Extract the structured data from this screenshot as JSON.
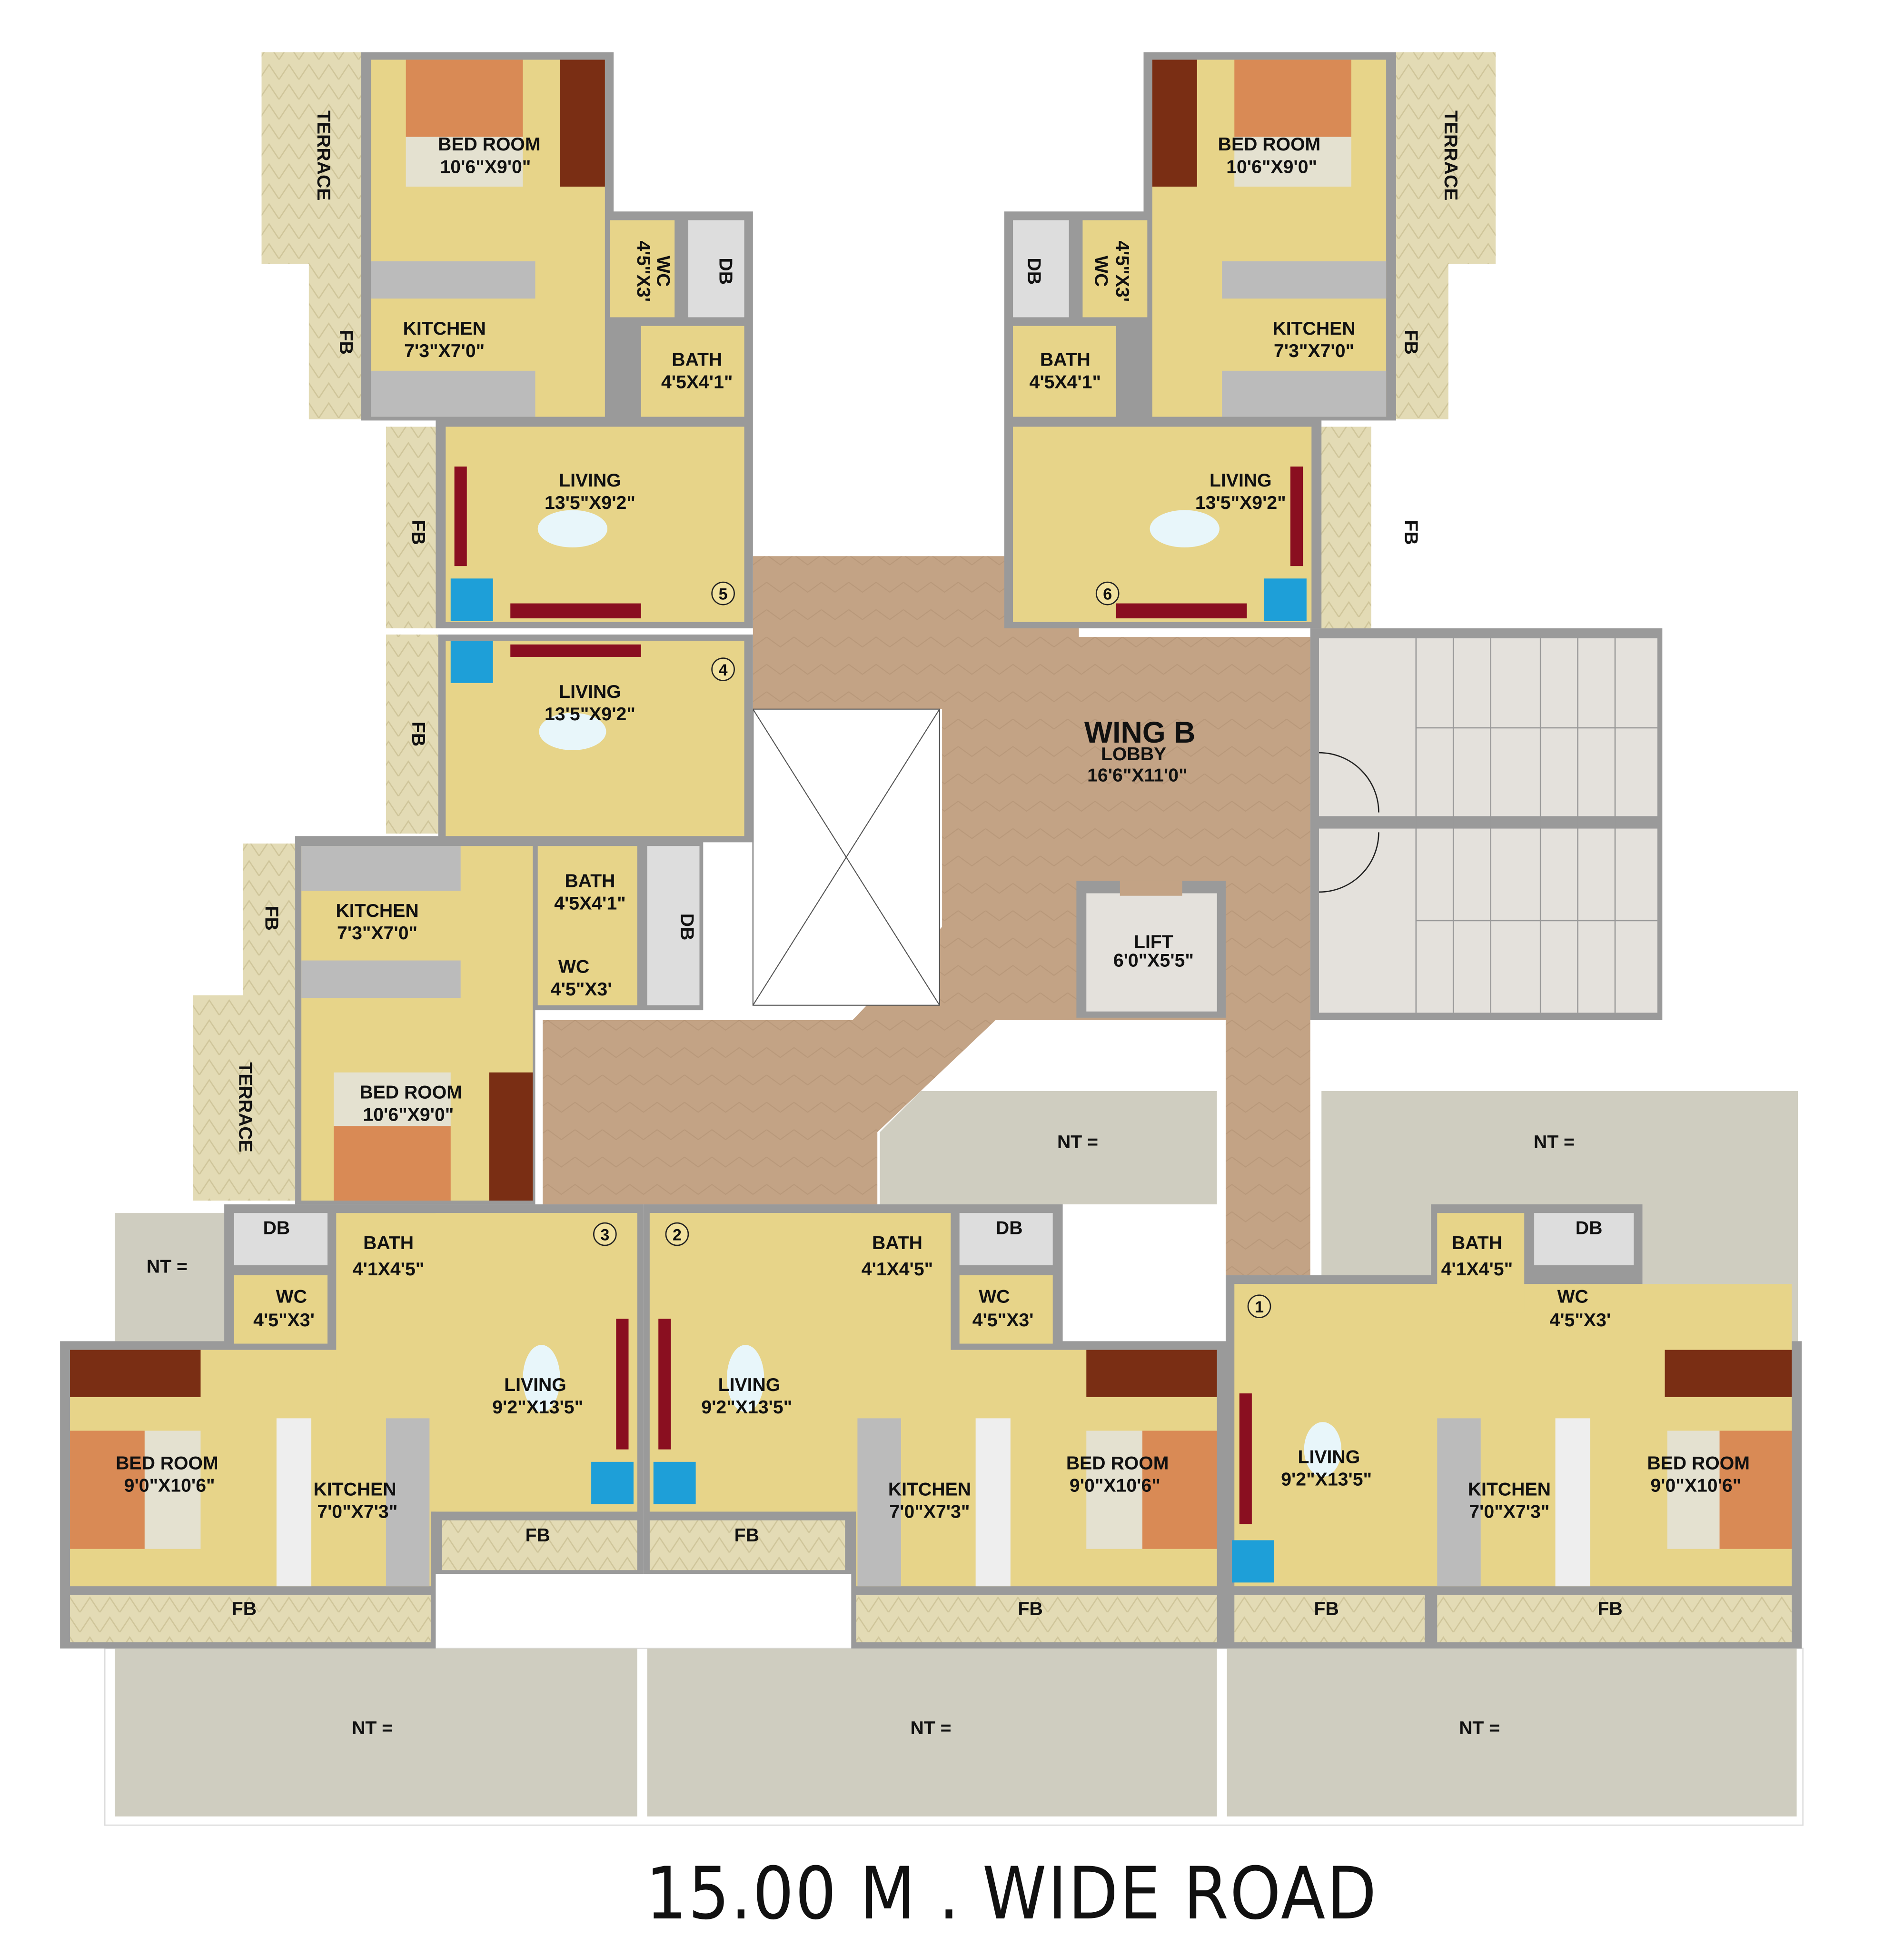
{
  "road_label": "15.00 M . WIDE ROAD",
  "lobby": {
    "wing": "WING B",
    "name": "LOBBY",
    "size": "16'6\"X11'0\""
  },
  "lift": {
    "name": "LIFT",
    "size": "6'0\"X5'5\""
  },
  "nt": [
    "NT =",
    "NT =",
    "NT =",
    "NT =",
    "NT =",
    "NT ="
  ],
  "colors": {
    "room": "#e7d489",
    "wall": "#9a9a9a",
    "lobby": "#c3a385",
    "nt": "#cfcdc0",
    "balcony": "#e3dbb5"
  },
  "flat5": {
    "door": "5",
    "terrace": "TERRACE",
    "bed": "BED ROOM",
    "bed_size": "10'6\"X9'0\"",
    "wc": "WC",
    "wc_size": "4'5\"X3'",
    "db": "DB",
    "kitchen": "KITCHEN",
    "kitchen_size": "7'3\"X7'0\"",
    "fb1": "FB",
    "bath": "BATH",
    "bath_size": "4'5X4'1\"",
    "living": "LIVING",
    "living_size": "13'5\"X9'2\"",
    "fb2": "FB"
  },
  "flat6": {
    "door": "6",
    "terrace": "TERRACE",
    "bed": "BED ROOM",
    "bed_size": "10'6\"X9'0\"",
    "wc": "WC",
    "wc_size": "4'5\"X3'",
    "db": "DB",
    "kitchen": "KITCHEN",
    "kitchen_size": "7'3\"X7'0\"",
    "fb1": "FB",
    "bath": "BATH",
    "bath_size": "4'5X4'1\"",
    "living": "LIVING",
    "living_size": "13'5\"X9'2\"",
    "fb2": "FB"
  },
  "flat4": {
    "door": "4",
    "living": "LIVING",
    "living_size": "13'5\"X9'2\"",
    "fb1": "FB",
    "kitchen": "KITCHEN",
    "kitchen_size": "7'3\"X7'0\"",
    "fb2": "FB",
    "bath": "BATH",
    "bath_size": "4'5X4'1\"",
    "db": "DB",
    "wc": "WC",
    "wc_size": "4'5\"X3'",
    "terrace": "TERRACE",
    "bed": "BED ROOM",
    "bed_size": "10'6\"X9'0\""
  },
  "flat3": {
    "door": "3",
    "db": "DB",
    "bath": "BATH",
    "bath_size": "4'1X4'5\"",
    "wc": "WC",
    "wc_size": "4'5\"X3'",
    "living": "LIVING",
    "living_size": "9'2\"X13'5\"",
    "bed": "BED ROOM",
    "bed_size": "9'0\"X10'6\"",
    "kitchen": "KITCHEN",
    "kitchen_size": "7'0\"X7'3\"",
    "fb1": "FB",
    "fb2": "FB"
  },
  "flat2": {
    "door": "2",
    "db": "DB",
    "bath": "BATH",
    "bath_size": "4'1X4'5\"",
    "wc": "WC",
    "wc_size": "4'5\"X3'",
    "living": "LIVING",
    "living_size": "9'2\"X13'5\"",
    "bed": "BED ROOM",
    "bed_size": "9'0\"X10'6\"",
    "kitchen": "KITCHEN",
    "kitchen_size": "7'0\"X7'3\"",
    "fb1": "FB",
    "fb2": "FB"
  },
  "flat1": {
    "door": "1",
    "db": "DB",
    "bath": "BATH",
    "bath_size": "4'1X4'5\"",
    "wc": "WC",
    "wc_size": "4'5\"X3'",
    "living": "LIVING",
    "living_size": "9'2\"X13'5\"",
    "bed": "BED ROOM",
    "bed_size": "9'0\"X10'6\"",
    "kitchen": "KITCHEN",
    "kitchen_size": "7'0\"X7'3\"",
    "fb1": "FB",
    "fb2": "FB"
  }
}
